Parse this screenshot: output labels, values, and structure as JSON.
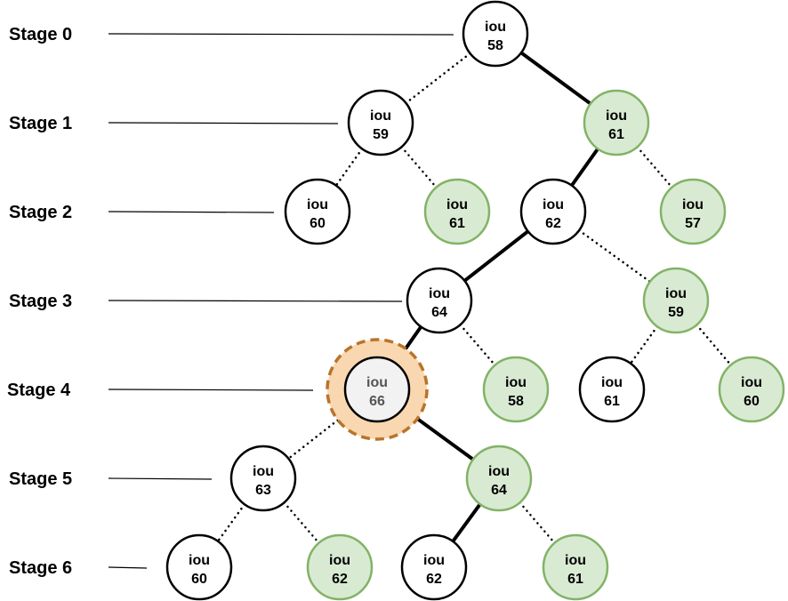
{
  "colors": {
    "plain_fill": "#ffffff",
    "plain_stroke": "#000000",
    "green_fill": "#d9ead3",
    "green_stroke": "#82b366",
    "best_fill": "#f2f2f2",
    "best_halo_fill": "#f9d7b0",
    "best_halo_stroke": "#b8742c",
    "text": "#000000",
    "best_text": "#555555"
  },
  "stages": [
    {
      "label": "Stage 0"
    },
    {
      "label": "Stage 1"
    },
    {
      "label": "Stage 2"
    },
    {
      "label": "Stage 3"
    },
    {
      "label": "Stage 4"
    },
    {
      "label": "Stage 5"
    },
    {
      "label": "Stage 6"
    }
  ],
  "nodes": [
    {
      "id": "n0",
      "stage": 0,
      "metric": "iou",
      "value": "58",
      "style": "plain"
    },
    {
      "id": "n1a",
      "stage": 1,
      "metric": "iou",
      "value": "59",
      "style": "plain"
    },
    {
      "id": "n1b",
      "stage": 1,
      "metric": "iou",
      "value": "61",
      "style": "green"
    },
    {
      "id": "n2a",
      "stage": 2,
      "metric": "iou",
      "value": "60",
      "style": "plain"
    },
    {
      "id": "n2b",
      "stage": 2,
      "metric": "iou",
      "value": "61",
      "style": "green"
    },
    {
      "id": "n2c",
      "stage": 2,
      "metric": "iou",
      "value": "62",
      "style": "plain"
    },
    {
      "id": "n2d",
      "stage": 2,
      "metric": "iou",
      "value": "57",
      "style": "green"
    },
    {
      "id": "n3a",
      "stage": 3,
      "metric": "iou",
      "value": "64",
      "style": "plain"
    },
    {
      "id": "n3b",
      "stage": 3,
      "metric": "iou",
      "value": "59",
      "style": "green"
    },
    {
      "id": "n4a",
      "stage": 4,
      "metric": "iou",
      "value": "66",
      "style": "best"
    },
    {
      "id": "n4b",
      "stage": 4,
      "metric": "iou",
      "value": "58",
      "style": "green"
    },
    {
      "id": "n4c",
      "stage": 4,
      "metric": "iou",
      "value": "61",
      "style": "plain"
    },
    {
      "id": "n4d",
      "stage": 4,
      "metric": "iou",
      "value": "60",
      "style": "green"
    },
    {
      "id": "n5a",
      "stage": 5,
      "metric": "iou",
      "value": "63",
      "style": "plain"
    },
    {
      "id": "n5b",
      "stage": 5,
      "metric": "iou",
      "value": "64",
      "style": "green"
    },
    {
      "id": "n6a",
      "stage": 6,
      "metric": "iou",
      "value": "60",
      "style": "plain"
    },
    {
      "id": "n6b",
      "stage": 6,
      "metric": "iou",
      "value": "62",
      "style": "green"
    },
    {
      "id": "n6c",
      "stage": 6,
      "metric": "iou",
      "value": "62",
      "style": "plain"
    },
    {
      "id": "n6d",
      "stage": 6,
      "metric": "iou",
      "value": "61",
      "style": "green"
    }
  ],
  "edges": [
    {
      "from": "n0",
      "to": "n1a",
      "style": "dotted"
    },
    {
      "from": "n0",
      "to": "n1b",
      "style": "solid"
    },
    {
      "from": "n1a",
      "to": "n2a",
      "style": "dotted"
    },
    {
      "from": "n1a",
      "to": "n2b",
      "style": "dotted"
    },
    {
      "from": "n1b",
      "to": "n2c",
      "style": "solid"
    },
    {
      "from": "n1b",
      "to": "n2d",
      "style": "dotted"
    },
    {
      "from": "n2c",
      "to": "n3a",
      "style": "solid"
    },
    {
      "from": "n2c",
      "to": "n3b",
      "style": "dotted"
    },
    {
      "from": "n3a",
      "to": "n4a",
      "style": "solid"
    },
    {
      "from": "n3a",
      "to": "n4b",
      "style": "dotted"
    },
    {
      "from": "n3b",
      "to": "n4c",
      "style": "dotted"
    },
    {
      "from": "n3b",
      "to": "n4d",
      "style": "dotted"
    },
    {
      "from": "n4a",
      "to": "n5a",
      "style": "dotted"
    },
    {
      "from": "n4a",
      "to": "n5b",
      "style": "solid"
    },
    {
      "from": "n5a",
      "to": "n6a",
      "style": "dotted"
    },
    {
      "from": "n5a",
      "to": "n6b",
      "style": "dotted"
    },
    {
      "from": "n5b",
      "to": "n6c",
      "style": "solid"
    },
    {
      "from": "n5b",
      "to": "n6d",
      "style": "dotted"
    }
  ]
}
